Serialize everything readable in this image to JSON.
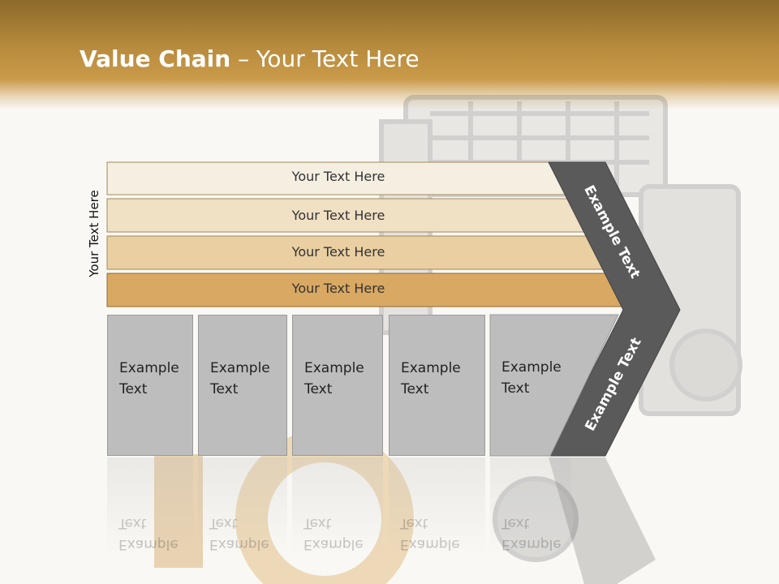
{
  "header": {
    "title_bold": "Value Chain",
    "title_rest": " – Your Text Here"
  },
  "side_label": "Your Text Here",
  "bars": [
    {
      "label": "Your Text Here",
      "color": "#f5efe2"
    },
    {
      "label": "Your Text Here",
      "color": "#f0e0c4"
    },
    {
      "label": "Your Text Here",
      "color": "#e9cfa1"
    },
    {
      "label": "Your Text Here",
      "color": "#d9a862"
    }
  ],
  "columns": [
    {
      "line1": "Example",
      "line2": "Text"
    },
    {
      "line1": "Example",
      "line2": "Text"
    },
    {
      "line1": "Example",
      "line2": "Text"
    },
    {
      "line1": "Example",
      "line2": "Text"
    },
    {
      "line1": "Example",
      "line2": "Text"
    }
  ],
  "chevron": {
    "upper_label": "Example Text",
    "lower_label": "Example Text",
    "color": "#5a5a5a"
  }
}
